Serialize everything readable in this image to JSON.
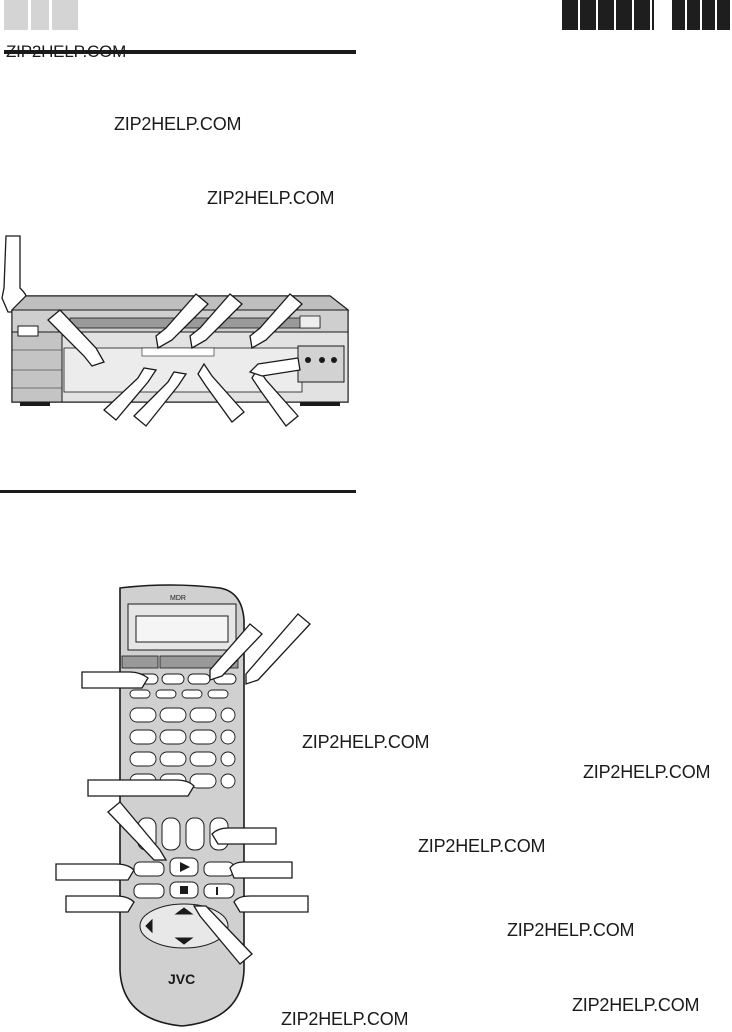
{
  "watermarks": [
    "ZIP2HELP.COM",
    "ZIP2HELP.COM",
    "ZIP2HELP.COM",
    "ZIP2HELP.COM",
    "ZIP2HELP.COM",
    "ZIP2HELP.COM",
    "ZIP2HELP.COM",
    "ZIP2HELP.COM",
    "ZIP2HELP.COM"
  ],
  "remote": {
    "brand": "JVC",
    "top_label": "MDR"
  },
  "colors": {
    "ink": "#1a1a1a",
    "remote_body": "#c8c8c8",
    "vcr_body": "#d0d0d0"
  },
  "icons": [
    "pointing-hand-icon",
    "play-icon",
    "stop-icon",
    "pause-icon",
    "rewind-icon",
    "fast-forward-icon"
  ]
}
